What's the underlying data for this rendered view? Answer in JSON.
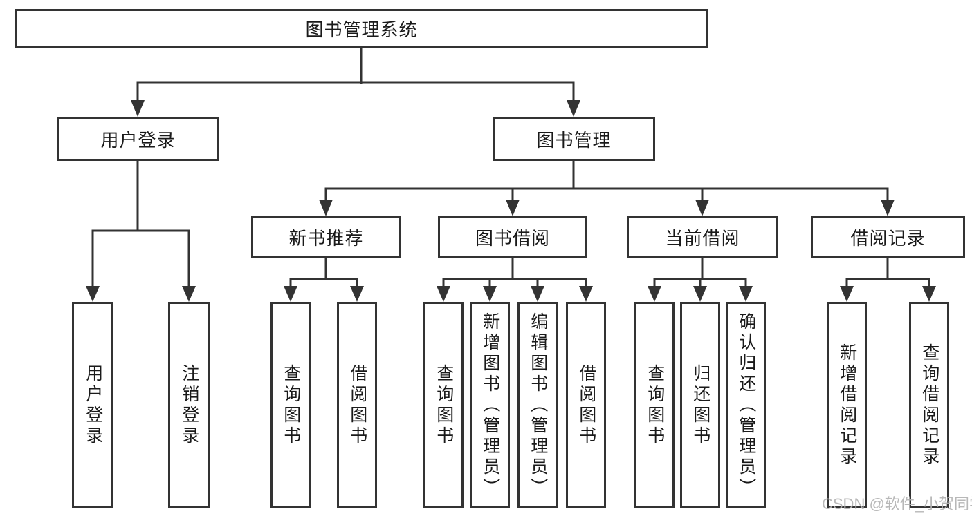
{
  "colors": {
    "line_color": "#333333",
    "text_color": "#1a1a1a",
    "box_bg": "#ffffff",
    "bg_color": "#ffffff",
    "watermark_color": "#b3b3b3"
  },
  "watermark": {
    "text": "CSDN @软件_小贺同学"
  },
  "diagram": {
    "root": {
      "label": "图书管理系统",
      "children": [
        {
          "label": "用户登录",
          "children": [
            {
              "label": "用户登录"
            },
            {
              "label": "注销登录"
            }
          ]
        },
        {
          "label": "图书管理",
          "children": [
            {
              "label": "新书推荐",
              "children": [
                {
                  "label": "查询图书"
                },
                {
                  "label": "借阅图书"
                }
              ]
            },
            {
              "label": "图书借阅",
              "children": [
                {
                  "label": "查询图书"
                },
                {
                  "label": "新增图书（管理员）"
                },
                {
                  "label": "编辑图书（管理员）"
                },
                {
                  "label": "借阅图书"
                }
              ]
            },
            {
              "label": "当前借阅",
              "children": [
                {
                  "label": "查询图书"
                },
                {
                  "label": "归还图书"
                },
                {
                  "label": "确认归还（管理员）"
                }
              ]
            },
            {
              "label": "借阅记录",
              "children": [
                {
                  "label": "新增借阅记录"
                },
                {
                  "label": "查询借阅记录"
                }
              ]
            }
          ]
        }
      ]
    }
  }
}
